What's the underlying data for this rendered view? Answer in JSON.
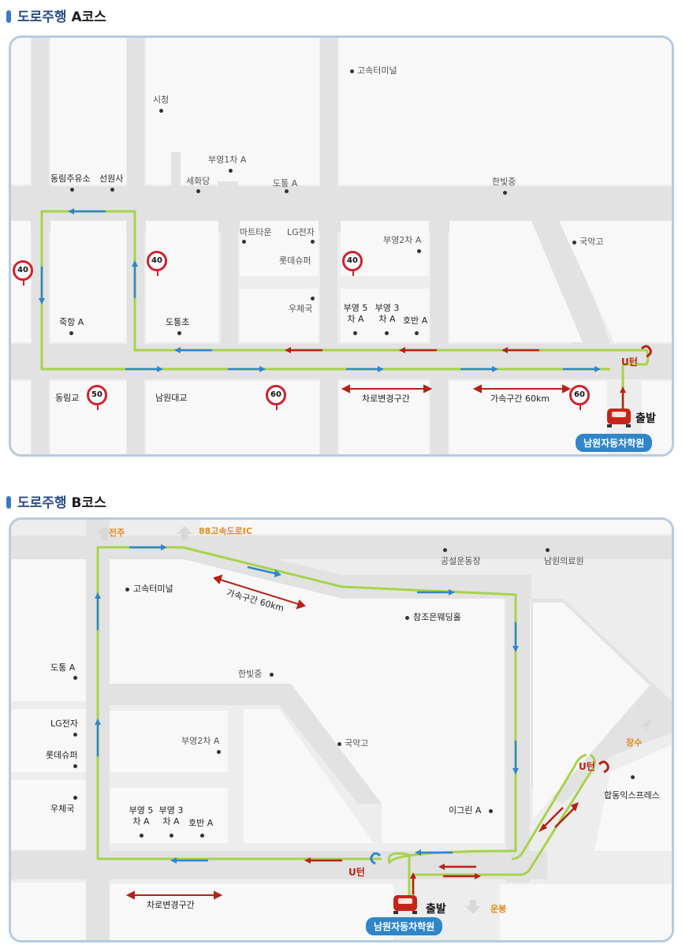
{
  "course_a": {
    "section_title": "도로주행",
    "course_letter": "A코스",
    "landmarks": [
      "고속터미널",
      "시청",
      "부영1차 A",
      "세화당",
      "도통 A",
      "동림주유소",
      "선원사",
      "한빛중",
      "마트타운",
      "LG전자",
      "부영2차 A",
      "국악고",
      "롯데슈퍼",
      "우체국",
      "부영 5차 A",
      "부영 3차 A",
      "호반 A",
      "죽항 A",
      "도통초",
      "동림교",
      "남원대교"
    ],
    "speed_signs": [
      "40",
      "40",
      "40",
      "50",
      "60",
      "60"
    ],
    "zone_lane_change": "차로변경구간",
    "zone_acceleration": "가속구간 60km",
    "uturn": "U턴",
    "start": "출발",
    "school": "남원자동차학원"
  },
  "course_b": {
    "section_title": "도로주행",
    "course_letter": "B코스",
    "directions": [
      "전주",
      "88고속도로IC",
      "장수",
      "운봉"
    ],
    "landmarks": [
      "공설운동장",
      "남원의료원",
      "고속터미널",
      "참조은웨딩홀",
      "도통 A",
      "한빛중",
      "LG전자",
      "부영2차 A",
      "국악고",
      "롯데슈퍼",
      "우체국",
      "이그린 A",
      "합동익스프레스",
      "부영 5차 A",
      "부영 3차 A",
      "호반 A"
    ],
    "zone_acceleration": "가속구간 60km",
    "zone_lane_change": "차로변경구간",
    "uturn_1": "U턴",
    "uturn_2": "U턴",
    "start": "출발",
    "school": "남원자동차학원"
  },
  "colors": {
    "route_green": "#a8d24a",
    "arrow_blue": "#2f86c9",
    "arrow_red": "#b42218",
    "frame": "#b7cbe0",
    "sign_red": "#d2202e"
  }
}
